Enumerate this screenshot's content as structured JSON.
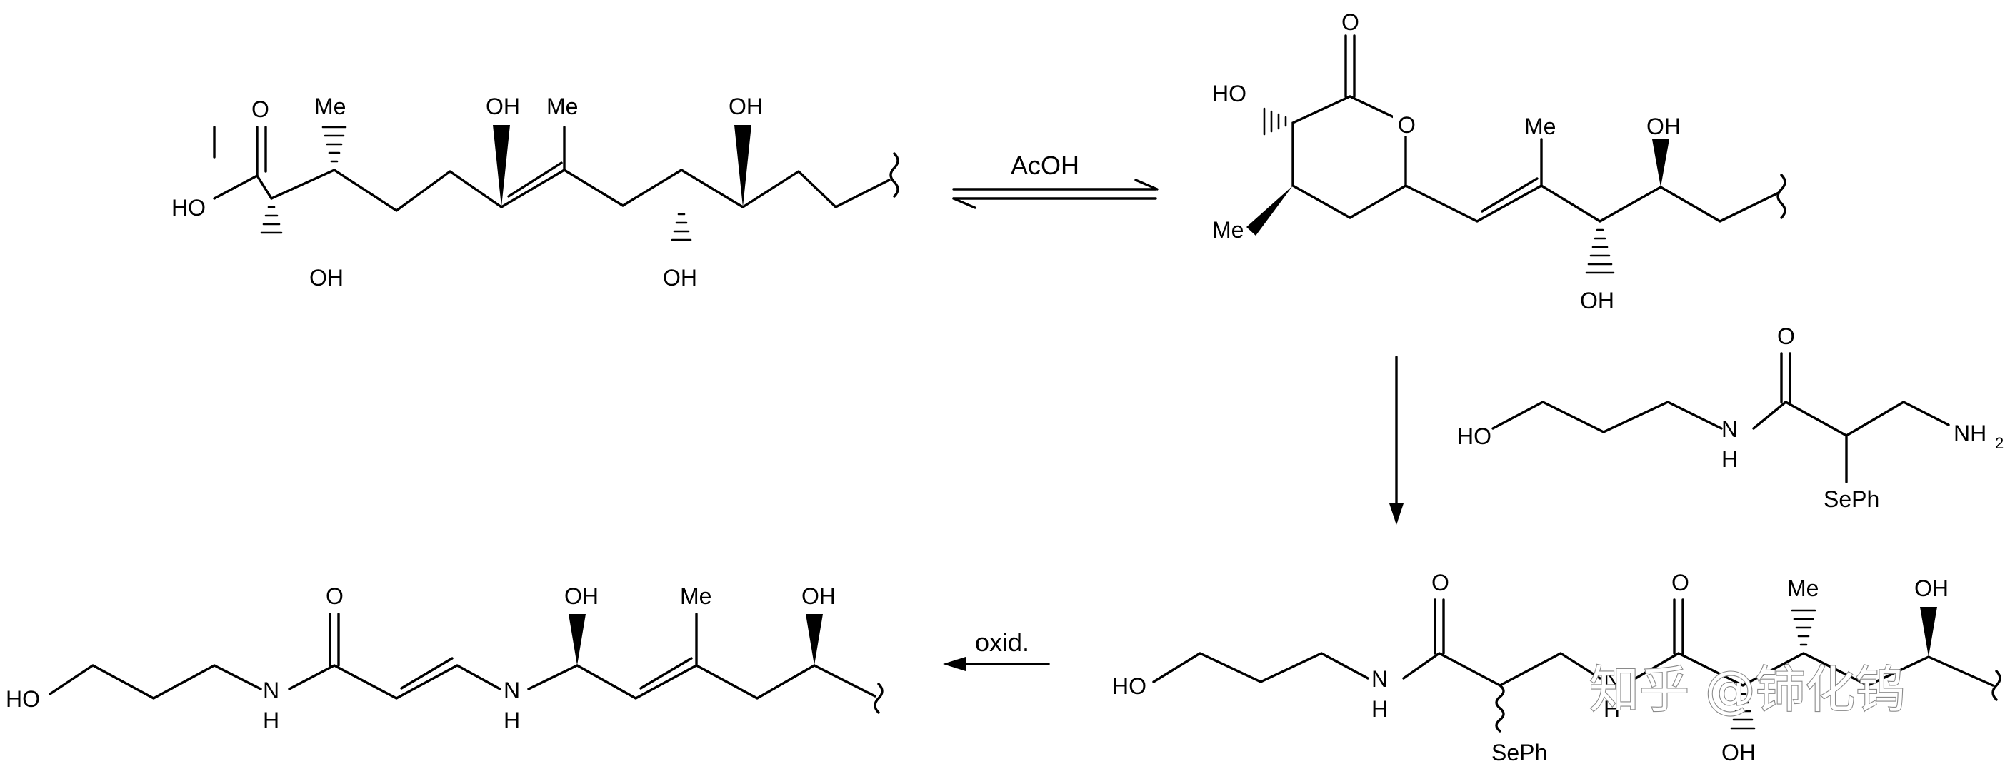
{
  "colors": {
    "ink": "#000000",
    "background": "#ffffff",
    "watermark_outline": "#8a8a8a"
  },
  "scheme": {
    "arrow_1_label": "AcOH",
    "arrow_3_label": "oxid.",
    "watermark": "知乎 @铈化钨"
  },
  "molecule_1": {
    "carbonyl_o": "O",
    "acid_oh": "HO",
    "me_top": "Me",
    "oh_top_1": "OH",
    "me_top_2": "Me",
    "oh_top_2": "OH",
    "oh_bottom_1": "OH",
    "oh_bottom_2": "OH"
  },
  "molecule_2": {
    "carbonyl_o": "O",
    "ring_o": "O",
    "ho": "HO",
    "me_ring": "Me",
    "me_chain": "Me",
    "oh_top": "OH",
    "oh_bottom": "OH"
  },
  "reagent": {
    "ho": "HO",
    "n": "N",
    "h": "H",
    "carbonyl_o": "O",
    "nh": "NH",
    "nh_sub": "2",
    "seph": "SePh"
  },
  "molecule_3": {
    "ho": "HO",
    "n1": "N",
    "h1": "H",
    "carbonyl_o_1": "O",
    "seph": "SePh",
    "n2": "N",
    "h2": "H",
    "carbonyl_o_2": "O",
    "oh_bottom": "OH",
    "me": "Me",
    "oh_top": "OH"
  },
  "molecule_4": {
    "ho": "HO",
    "n1": "N",
    "h1": "H",
    "carbonyl_o": "O",
    "n2": "N",
    "h2": "H",
    "oh_1": "OH",
    "me": "Me",
    "oh_2": "OH"
  }
}
